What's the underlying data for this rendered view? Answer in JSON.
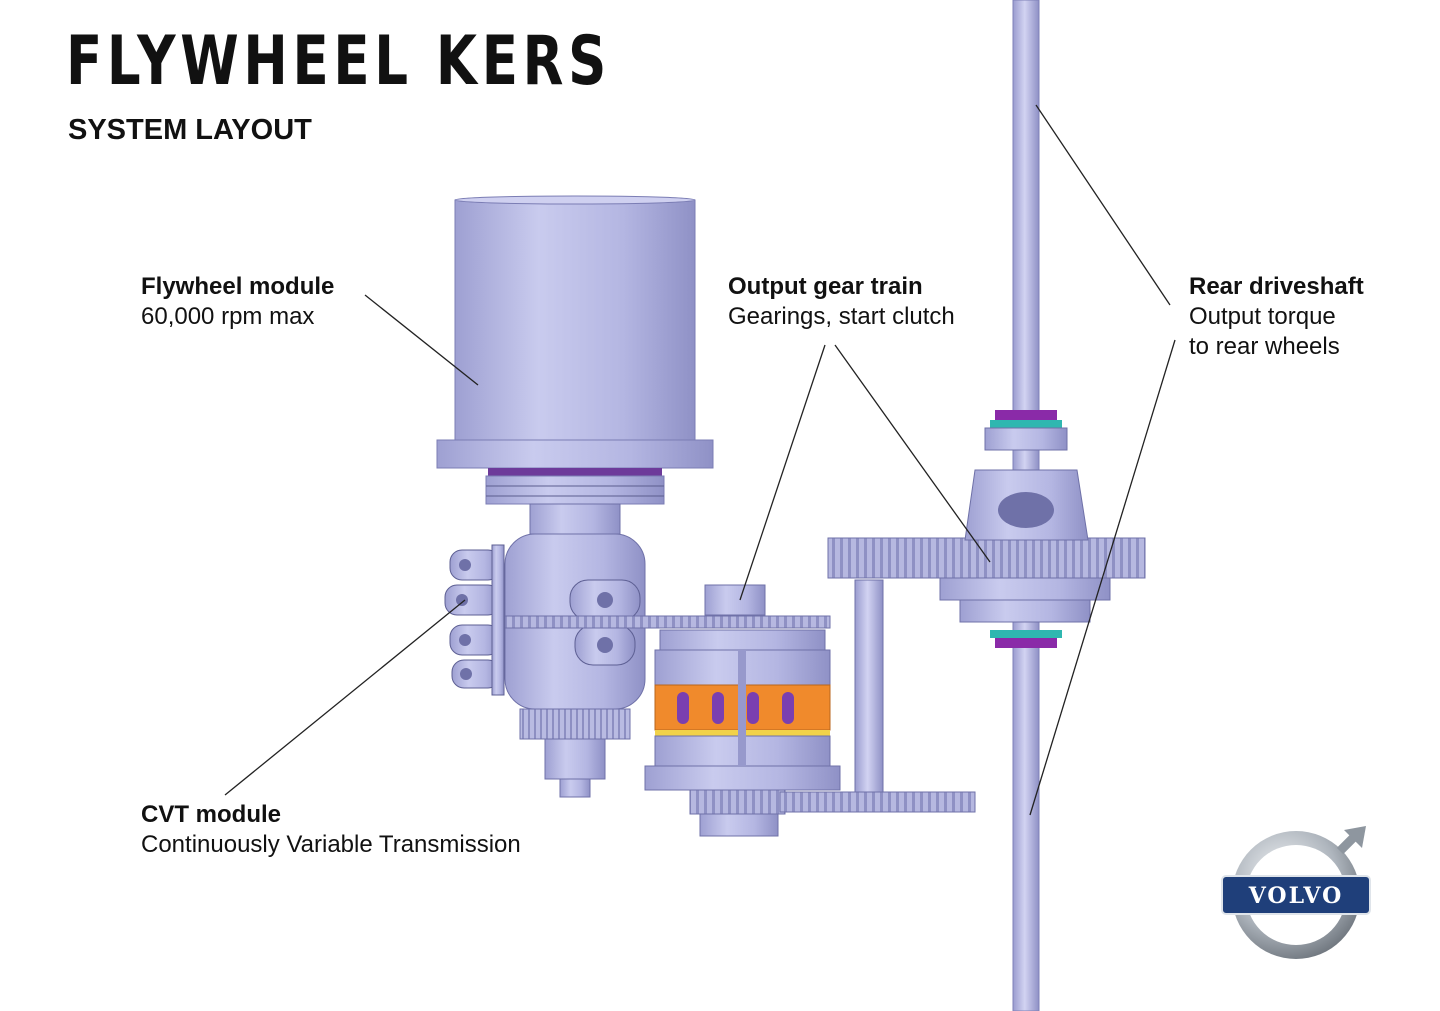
{
  "header": {
    "title": "FLYWHEEL KERS",
    "subtitle": "SYSTEM LAYOUT"
  },
  "callouts": {
    "flywheel": {
      "title": "Flywheel module",
      "desc1": "60,000 rpm max"
    },
    "gear_train": {
      "title": "Output gear train",
      "desc1": "Gearings, start clutch"
    },
    "driveshaft": {
      "title": "Rear driveshaft",
      "desc1": "Output torque",
      "desc2": "to rear wheels"
    },
    "cvt": {
      "title": "CVT module",
      "desc1": "Continuously Variable Transmission"
    }
  },
  "logo": {
    "text": "VOLVO",
    "brand_color": "#1f3f7a",
    "metal_color": "#9aa3ad"
  },
  "colors": {
    "component_fill": "#b9bbe0",
    "component_dark": "#8e90c4",
    "accent_orange": "#f08a2c",
    "accent_purple": "#8a2aa8",
    "accent_teal": "#2fb7b0"
  }
}
